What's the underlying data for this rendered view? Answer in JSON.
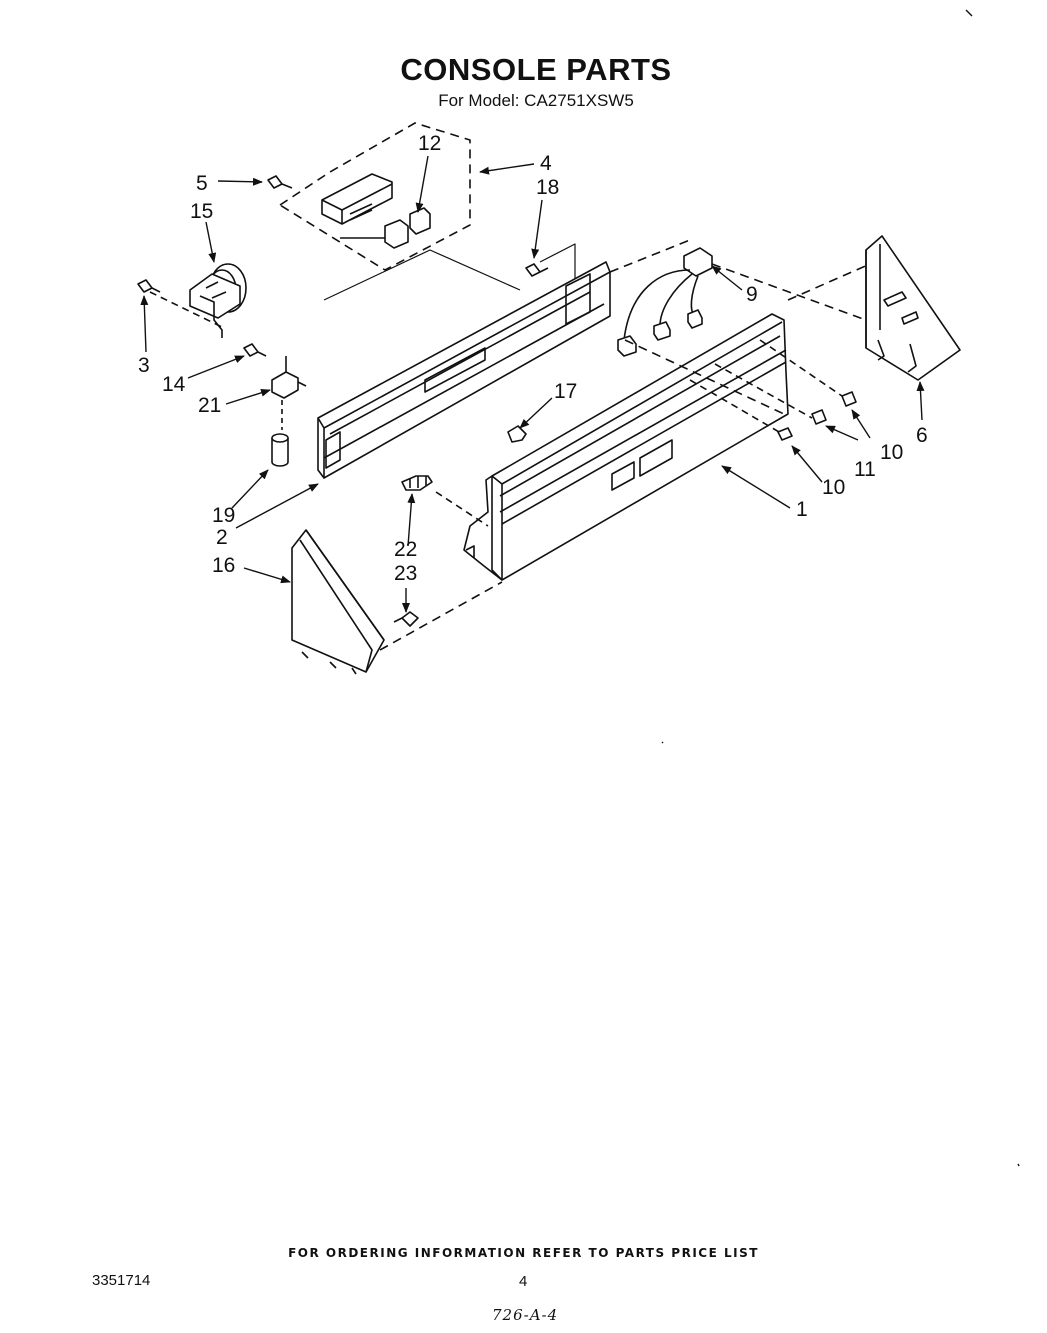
{
  "header": {
    "title": "CONSOLE PARTS",
    "subtitle": "For Model: CA2751XSW5"
  },
  "diagram": {
    "callouts": [
      "1",
      "2",
      "3",
      "4",
      "5",
      "6",
      "9",
      "10",
      "10",
      "11",
      "12",
      "14",
      "15",
      "16",
      "17",
      "18",
      "19",
      "21",
      "22",
      "23"
    ]
  },
  "footer": {
    "ordering_note": "FOR ORDERING INFORMATION REFER TO PARTS PRICE LIST",
    "document_number": "3351714",
    "page_number": "4",
    "handwritten_code": "726-A-4"
  }
}
